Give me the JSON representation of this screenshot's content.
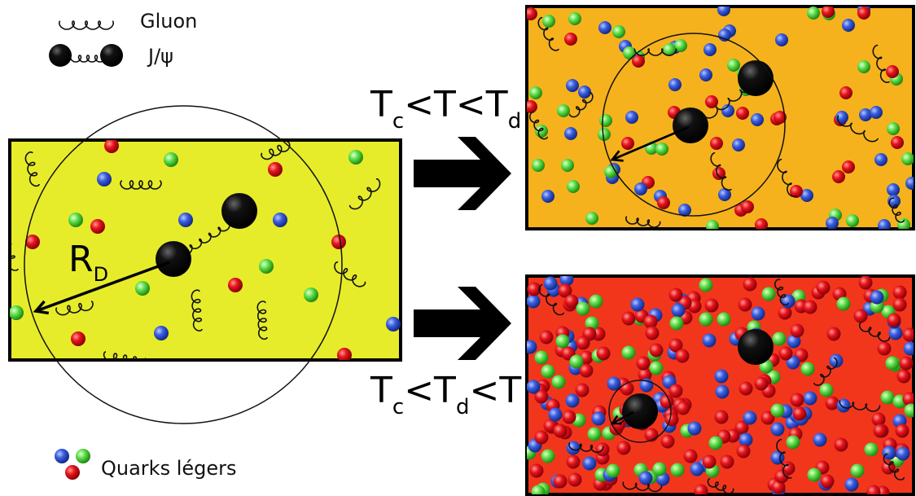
{
  "legend": {
    "gluon_label": "Gluon",
    "jpsi_label": "J/ψ",
    "quarks_label": "Quarks légers"
  },
  "radius_label": {
    "main": "R",
    "sub": "D"
  },
  "transitions": [
    {
      "parts": [
        {
          "t": "T"
        },
        {
          "t": "c",
          "sub": true
        },
        {
          "t": "<T<T"
        },
        {
          "t": "d",
          "sub": true
        }
      ]
    },
    {
      "parts": [
        {
          "t": "T"
        },
        {
          "t": "c",
          "sub": true
        },
        {
          "t": "<T"
        },
        {
          "t": "d",
          "sub": true
        },
        {
          "t": "<T"
        }
      ]
    }
  ],
  "colors": {
    "panel_cold": "#e6ec2a",
    "panel_warm": "#f6b21c",
    "panel_hot": "#f2361c",
    "quark_red": "#e8141c",
    "quark_blue": "#3a5ee0",
    "quark_green": "#5fe04a",
    "meson": "#0a0a0a"
  },
  "icons": [
    "gluon-icon",
    "jpsi-icon",
    "quark-triplet-icon",
    "arrow-right-icon"
  ]
}
